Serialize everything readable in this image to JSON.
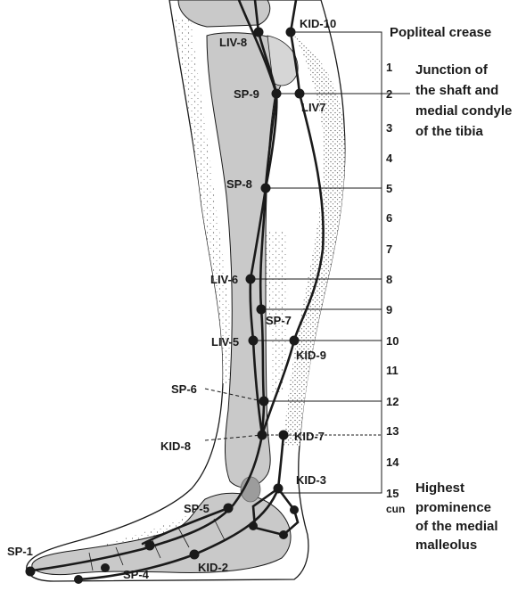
{
  "colors": {
    "ink": "#1a1a1a",
    "bone": "#c9c9c9",
    "bone_dark": "#a9a9a9",
    "skin": "#ffffff",
    "stipple": "#555555"
  },
  "points": {
    "kid10": "KID-10",
    "liv8": "LIV-8",
    "sp9": "SP-9",
    "liv7": "LIV7",
    "sp8": "SP-8",
    "liv6": "LIV-6",
    "sp7": "SP-7",
    "liv5": "LIV-5",
    "kid9": "KID-9",
    "sp6": "SP-6",
    "kid8": "KID-8",
    "kid7": "KID-7",
    "kid3": "KID-3",
    "sp5": "SP-5",
    "sp1": "SP-1",
    "sp4": "SP-4",
    "kid2": "KID-2"
  },
  "scale": {
    "n1": "1",
    "n2": "2",
    "n3": "3",
    "n4": "4",
    "n5": "5",
    "n6": "6",
    "n7": "7",
    "n8": "8",
    "n9": "9",
    "n10": "10",
    "n11": "11",
    "n12": "12",
    "n13": "13",
    "n14": "14",
    "n15": "15",
    "unit": "cun"
  },
  "notes": {
    "popliteal": "Popliteal crease",
    "junction_1": "Junction of",
    "junction_2": "the shaft and",
    "junction_3": "medial condyle",
    "junction_4": "of the tibia",
    "malleolus_1": "Highest",
    "malleolus_2": "prominence",
    "malleolus_3": "of the medial",
    "malleolus_4": "malleolus"
  }
}
